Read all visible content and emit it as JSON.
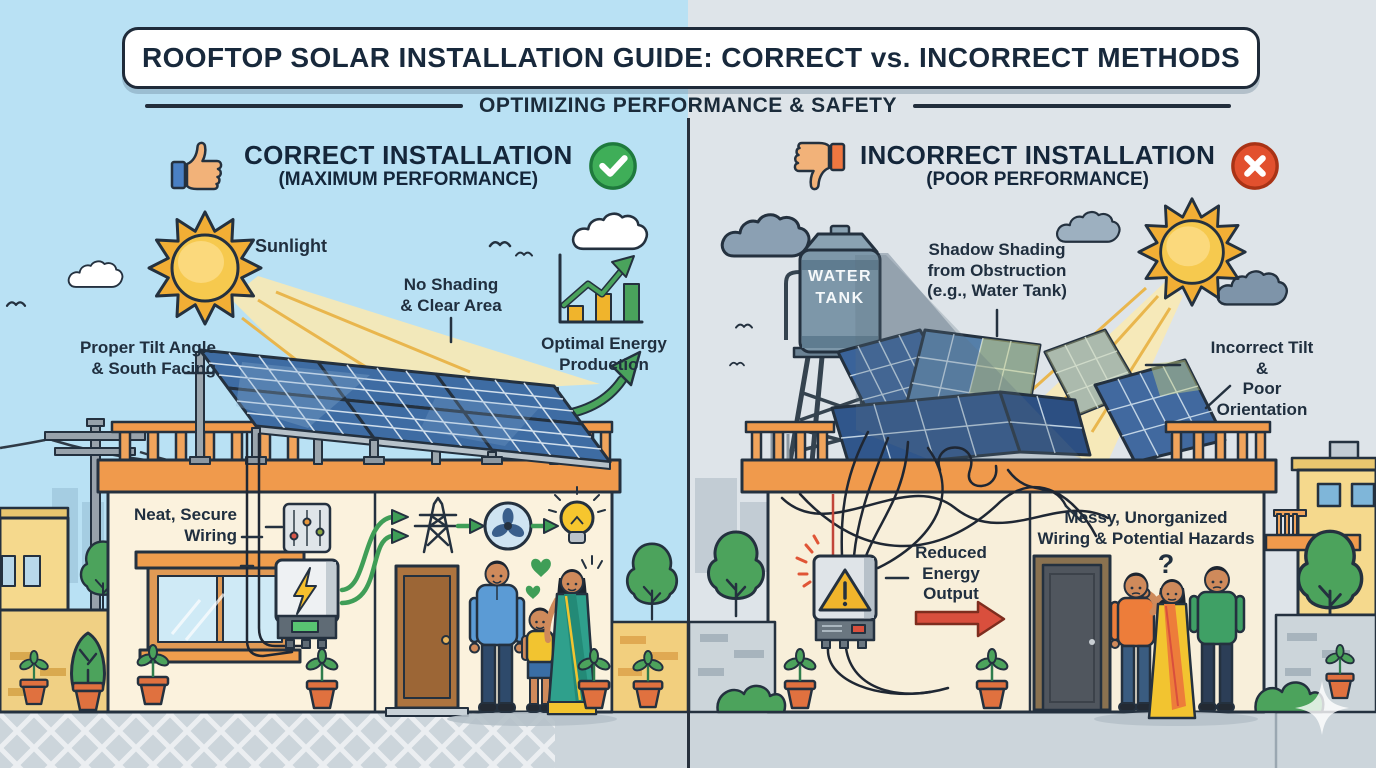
{
  "title": "ROOFTOP SOLAR INSTALLATION GUIDE: CORRECT vs. INCORRECT METHODS",
  "subtitle": "OPTIMIZING PERFORMANCE & SAFETY",
  "left": {
    "heading": "CORRECT INSTALLATION",
    "subheading": "(MAXIMUM PERFORMANCE)",
    "sunlight": "Sunlight",
    "no_shading": "No Shading\n& Clear Area",
    "optimal": "Optimal Energy\nProduction",
    "tilt": "Proper Tilt Angle\n& South Facing",
    "wiring": "Neat, Secure\nWiring"
  },
  "right": {
    "heading": "INCORRECT INSTALLATION",
    "subheading": "(POOR PERFORMANCE)",
    "shadow": "Shadow Shading\nfrom Obstruction\n(e.g., Water Tank)",
    "water_tank": "WATER\nTANK",
    "tilt": "Incorrect Tilt &\nPoor Orientation",
    "reduced": "Reduced\nEnergy\nOutput",
    "messy": "Messy, Unorganized\nWiring & Potential Hazards",
    "question": "?"
  },
  "icons": [
    "thumbs-up-icon",
    "check-circle-icon",
    "thumbs-down-icon",
    "x-circle-icon",
    "sun-icon",
    "cloud-icon",
    "bar-chart-icon",
    "transmission-tower-icon",
    "fan-icon",
    "lightbulb-icon",
    "warning-triangle-icon",
    "heart-icon"
  ],
  "colors": {
    "sky_left": "#b9e1f4",
    "sky_right": "#dee4e9",
    "correct_green": "#3fae58",
    "incorrect_red": "#e2502e",
    "roof_orange": "#f09a4c",
    "panel_blue": "#3e6ca3",
    "outline": "#24313f"
  }
}
